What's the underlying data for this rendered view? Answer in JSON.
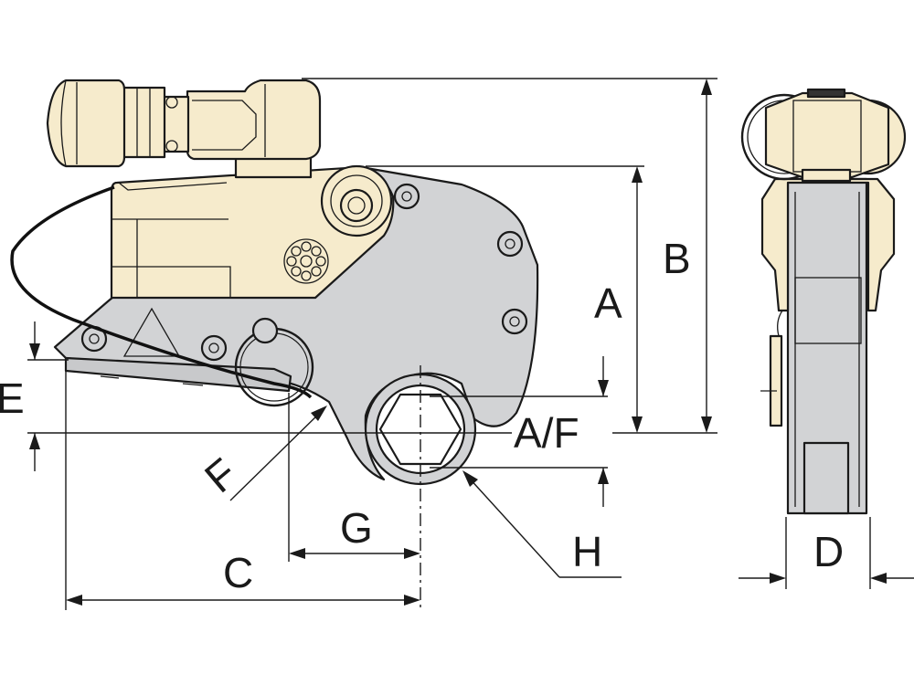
{
  "diagram": {
    "colors": {
      "cream": "#f6ebcc",
      "steel": "#d2d3d5",
      "ink": "#1a1a1a",
      "background": "#ffffff"
    },
    "labels": {
      "A": "A",
      "B": "B",
      "C": "C",
      "D": "D",
      "E": "E",
      "F": "F",
      "G": "G",
      "H": "H",
      "AF": "A/F"
    }
  }
}
